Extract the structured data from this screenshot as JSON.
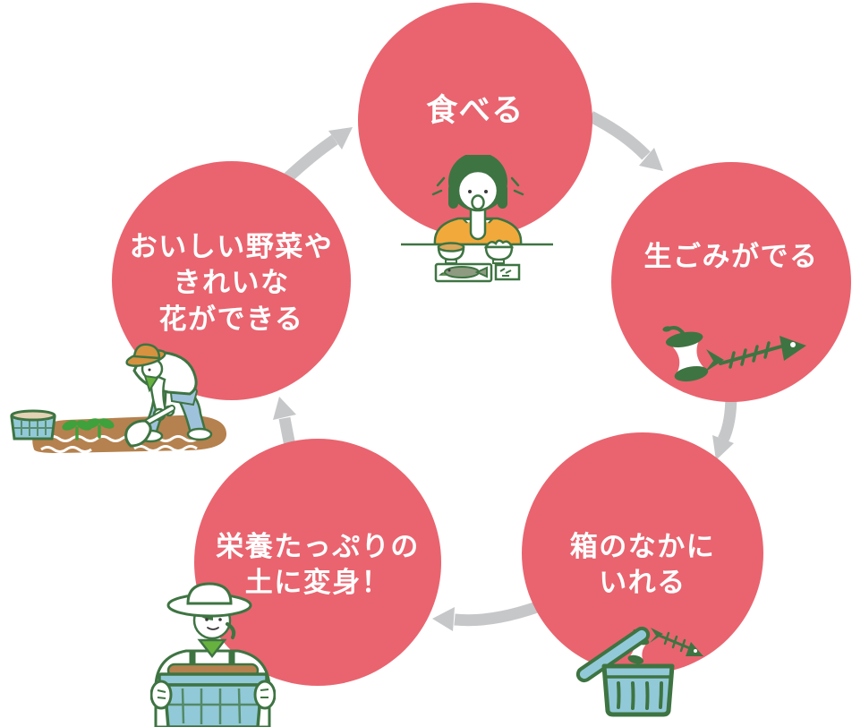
{
  "diagram": {
    "type": "cycle-diagram",
    "direction": "clockwise",
    "steps": [
      {
        "id": "eat",
        "label_lines": [
          "食べる"
        ],
        "icon": "woman-eating-meal"
      },
      {
        "id": "waste",
        "label_lines": [
          "生ごみがでる"
        ],
        "icon": "apple-core-and-fishbone"
      },
      {
        "id": "box",
        "label_lines": [
          "箱のなかに",
          "いれる"
        ],
        "icon": "compost-bin-with-scraps"
      },
      {
        "id": "soil",
        "label_lines": [
          "栄養たっぷりの",
          "土に変身！"
        ],
        "icon": "farmer-holding-soil-crate"
      },
      {
        "id": "grow",
        "label_lines": [
          "おいしい野菜や",
          "きれいな",
          "花ができる"
        ],
        "icon": "farmer-digging-field"
      }
    ],
    "colors": {
      "pink": "#E9646F",
      "arrow": "#C6C7C9",
      "label": "#FFFFFF",
      "green": "#3E7442",
      "lightblue": "#92C9D8",
      "soil": "#B5814E",
      "orange": "#F2A93B",
      "jeans": "#9FC2DC",
      "hat": "#D6923F",
      "scarf": "#67B23F",
      "soup": "#D9A85C",
      "sprout": "#3EA13B",
      "fish": "#8E9B80",
      "lemon": "#F2D44F",
      "compost": "#E3D2B4",
      "bg": "#FFFFFF"
    }
  }
}
